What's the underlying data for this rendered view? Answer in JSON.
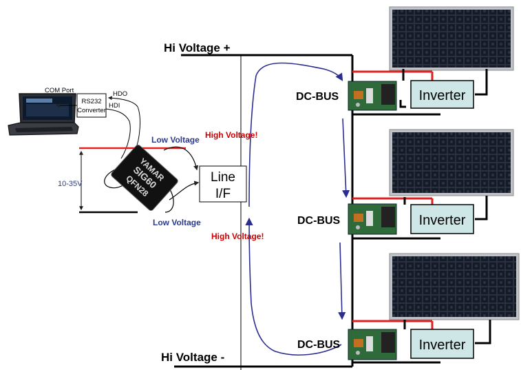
{
  "rails": {
    "hv_plus_label": "Hi Voltage +",
    "hv_minus_label": "Hi Voltage -"
  },
  "warnings": {
    "high_voltage_top": "High Voltage!",
    "high_voltage_bottom": "High Voltage!"
  },
  "low_voltage": {
    "top": "Low Voltage",
    "bottom": "Low Voltage"
  },
  "laptop": {
    "com_port_label": "COM Port"
  },
  "converter": {
    "line1": "RS232",
    "line2": "Converter"
  },
  "signals": {
    "hdo": "HDO",
    "hdi": "HDI"
  },
  "supply": {
    "range_label": "10-35V"
  },
  "chip": {
    "line1": "YAMAR",
    "line2": "SIG60",
    "line3": "QFN28"
  },
  "line_if": {
    "line1": "Line",
    "line2": "I/F"
  },
  "dc_bus_units": [
    {
      "label": "DC-BUS"
    },
    {
      "label": "DC-BUS"
    },
    {
      "label": "DC-BUS"
    }
  ],
  "inverters": [
    {
      "label": "Inverter"
    },
    {
      "label": "Inverter"
    },
    {
      "label": "Inverter"
    }
  ],
  "colors": {
    "arrow_blue": "#2b2e8f",
    "warning_red": "#cc0000",
    "low_voltage_blue": "#2b3a8f",
    "inverter_fill": "#cfe6e6",
    "panel_dark": "#1a2030",
    "panel_frame": "#c0c4c8",
    "board_green": "#2f6b3a",
    "supply_red": "#e02020"
  }
}
